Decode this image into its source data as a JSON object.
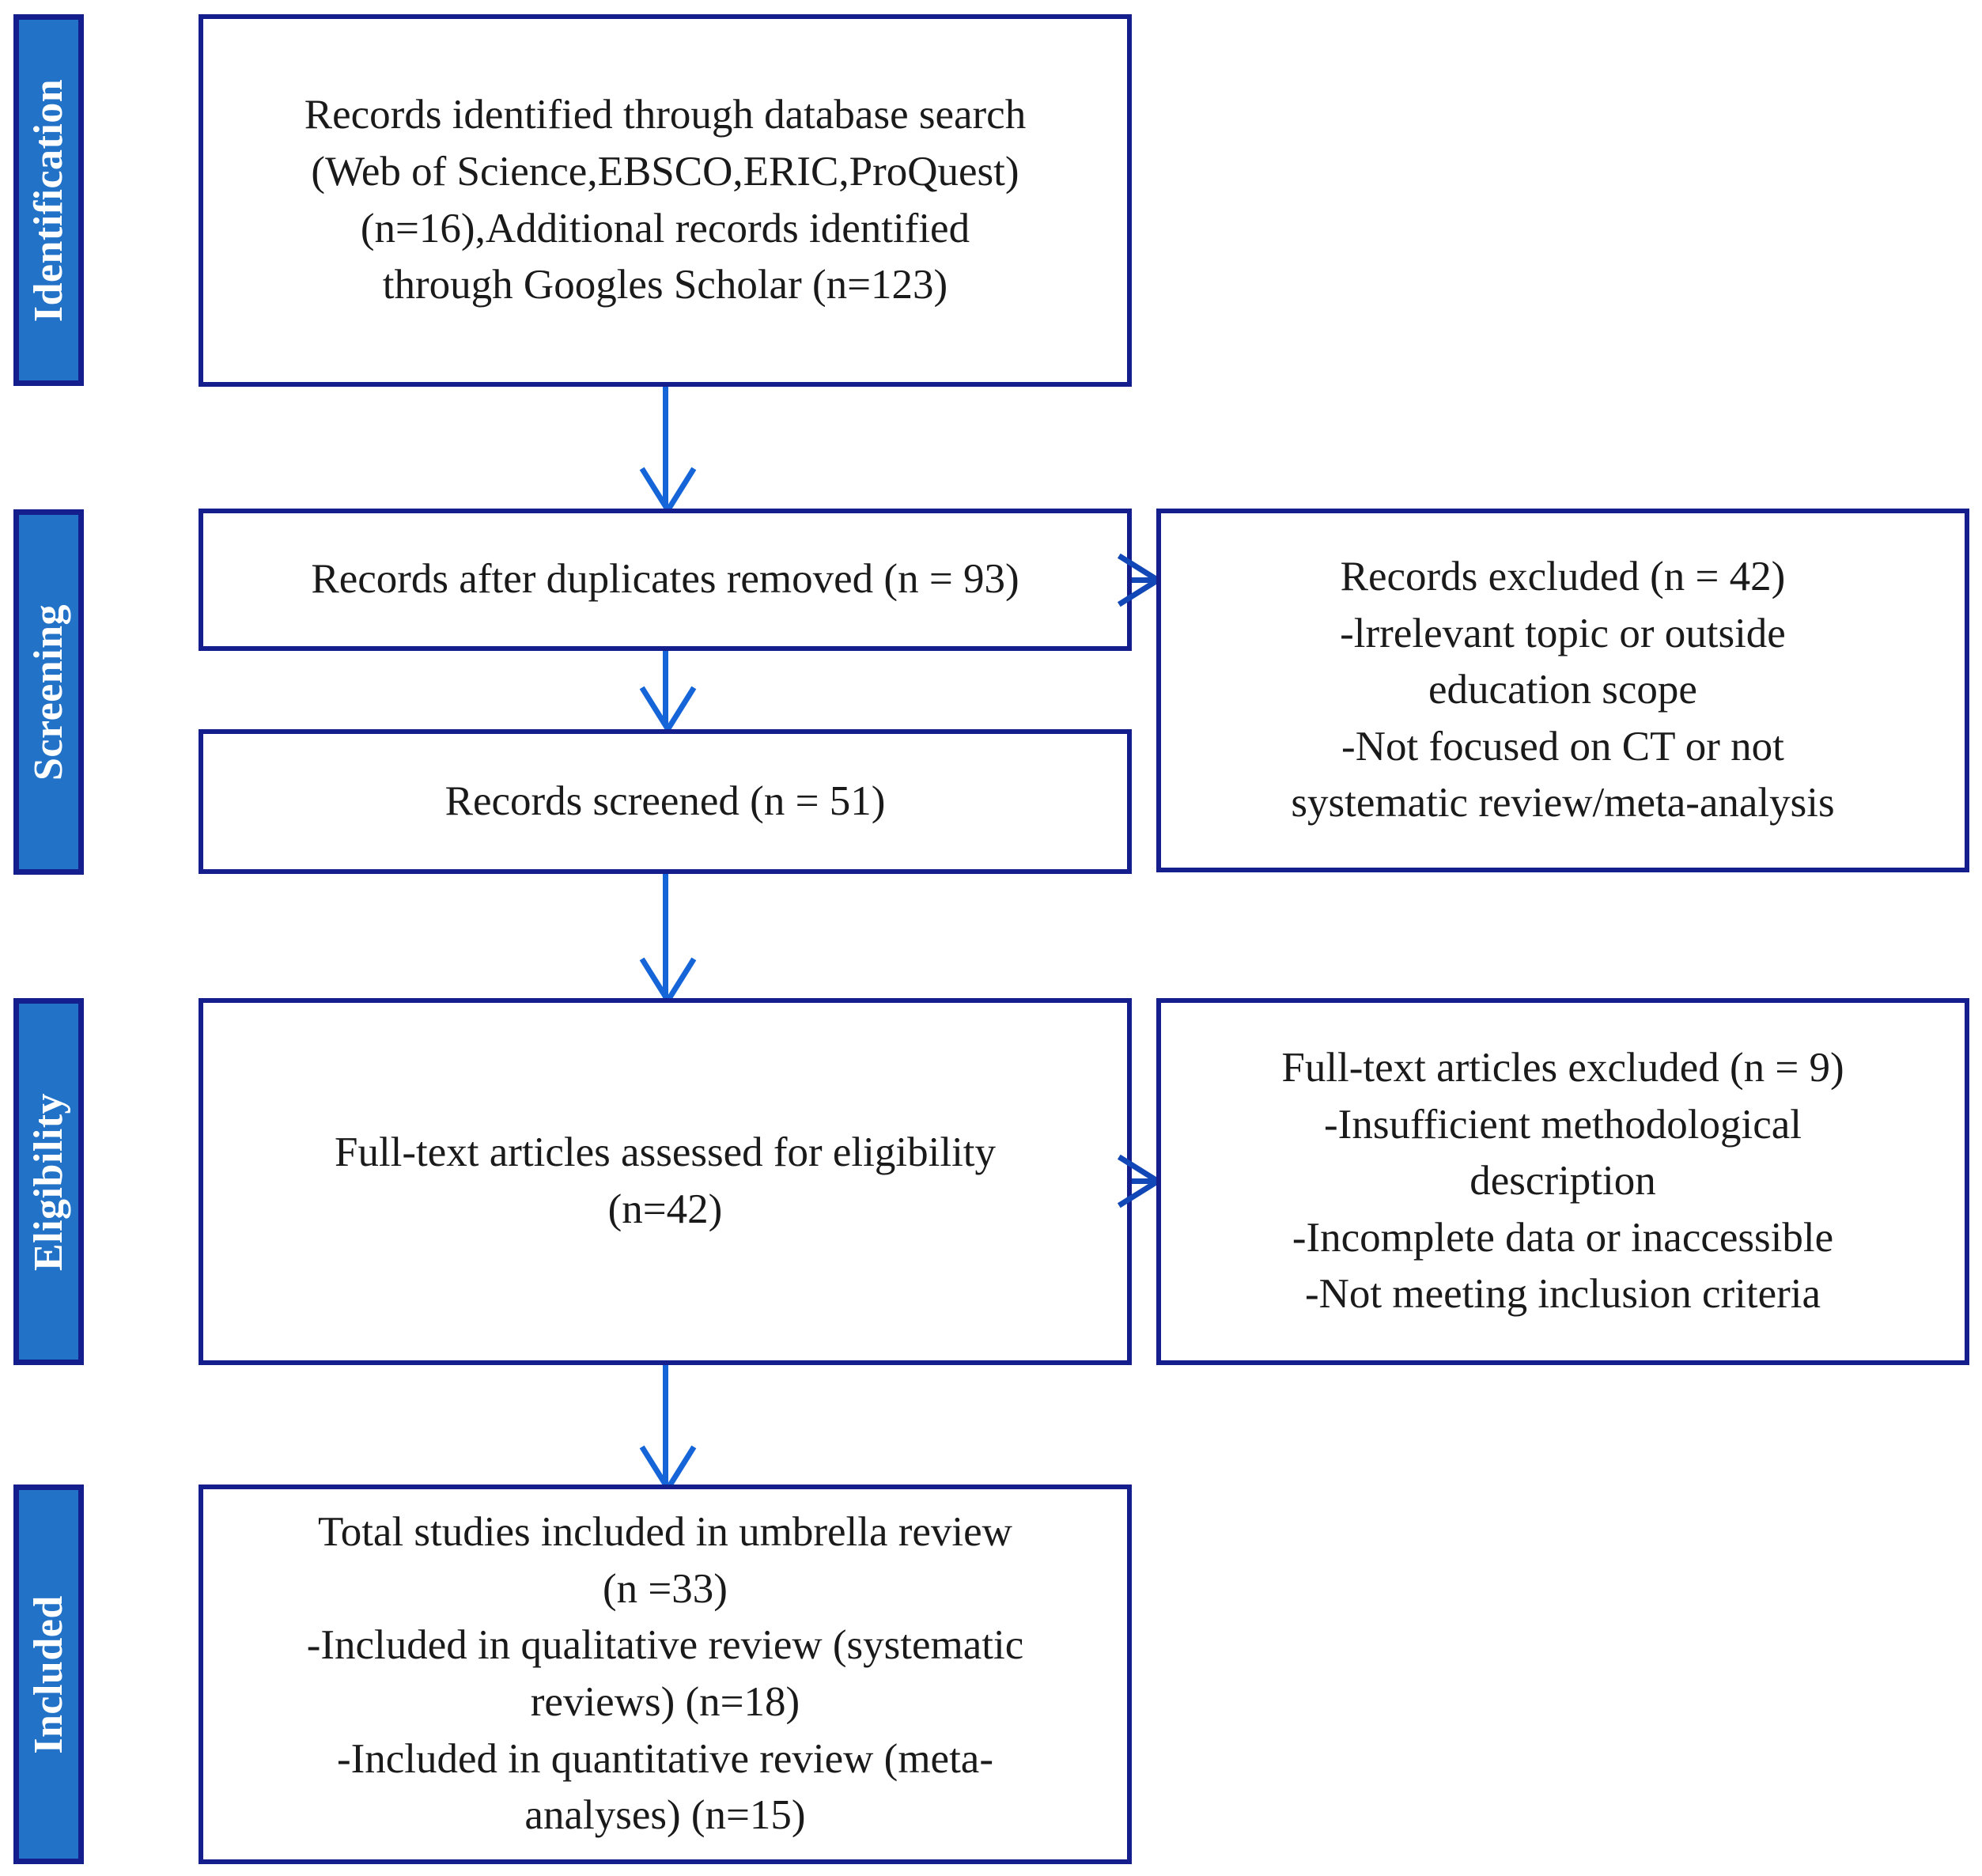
{
  "diagram": {
    "type": "prisma-flow-diagram",
    "title": "PRISMA flow diagram",
    "accent_blue": "#2272C8",
    "border_navy": "#141E8C",
    "arrow_blue": "#1565D8",
    "text_color": "#1a1a1a"
  },
  "stages": [
    {
      "id": "identification",
      "label": "Identification"
    },
    {
      "id": "screening",
      "label": "Screening"
    },
    {
      "id": "eligibility",
      "label": "Eligibility"
    },
    {
      "id": "included",
      "label": "Included"
    }
  ],
  "boxes": {
    "identification": {
      "text": "Records identified through database search\n(Web of Science,EBSCO,ERIC,ProQuest)\n(n=16),Additional records identified\nthrough Googles Scholar (n=123)"
    },
    "duplicates_removed": {
      "text": "Records after duplicates removed (n = 93)"
    },
    "records_excluded": {
      "text": "Records excluded (n = 42)\n-lrrelevant topic or outside\neducation scope\n-Not focused on CT or not\nsystematic review/meta-analysis"
    },
    "records_screened": {
      "text": "Records screened (n = 51)"
    },
    "fulltext_assessed": {
      "text": "Full-text articles assessed for eligibility\n(n=42)"
    },
    "fulltext_excluded": {
      "text": "Full-text articles excluded (n = 9)\n-Insufficient methodological\ndescription\n-Incomplete data or inaccessible\n-Not meeting inclusion criteria"
    },
    "total_included": {
      "text": "Total studies included in umbrella review\n(n =33)\n-Included in qualitative review (systematic\nreviews) (n=18)\n-Included in quantitative review (meta-\nanalyses) (n=15)"
    }
  },
  "counts": {
    "database_search_n": 16,
    "google_scholar_n": 123,
    "after_duplicates_n": 93,
    "records_excluded_n": 42,
    "records_screened_n": 51,
    "fulltext_assessed_n": 42,
    "fulltext_excluded_n": 9,
    "total_included_n": 33,
    "qualitative_systematic_reviews_n": 18,
    "quantitative_meta_analyses_n": 15
  }
}
